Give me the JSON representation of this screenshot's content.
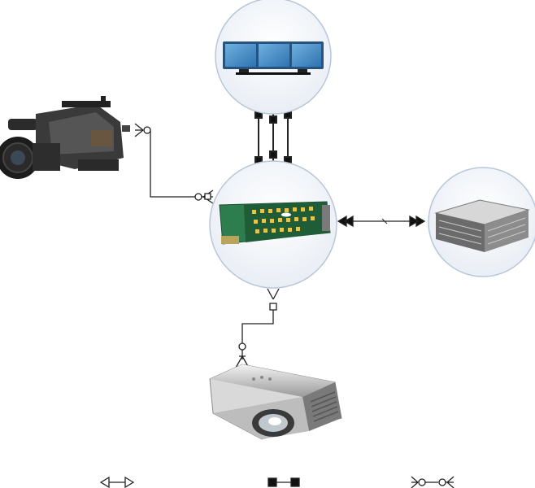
{
  "diagram": {
    "nodes": [
      {
        "id": "monitor",
        "icon": "triple-monitor-icon"
      },
      {
        "id": "capture_card",
        "icon": "video-capture-card-icon"
      },
      {
        "id": "camera",
        "icon": "video-camera-icon"
      },
      {
        "id": "storage",
        "icon": "storage-array-icon"
      },
      {
        "id": "projector",
        "icon": "projector-icon"
      }
    ],
    "connections": [
      {
        "from": "monitor",
        "to": "capture_card",
        "type": "square-square",
        "count": 3
      },
      {
        "from": "camera",
        "to": "capture_card",
        "type": "circle-fork"
      },
      {
        "from": "capture_card",
        "to": "storage",
        "type": "arrow-arrow"
      },
      {
        "from": "capture_card",
        "to": "projector",
        "type": "square-circle-fork"
      }
    ],
    "legend": [
      {
        "symbol": "arrow-connector"
      },
      {
        "symbol": "square-connector"
      },
      {
        "symbol": "circle-fork-connector"
      }
    ],
    "colors": {
      "circle_fill": "#eef2f7",
      "circle_stroke": "#b7c6d9",
      "line": "#222222",
      "screen_blue": "#3f88c4",
      "card_green": "#2e7d4f"
    }
  }
}
